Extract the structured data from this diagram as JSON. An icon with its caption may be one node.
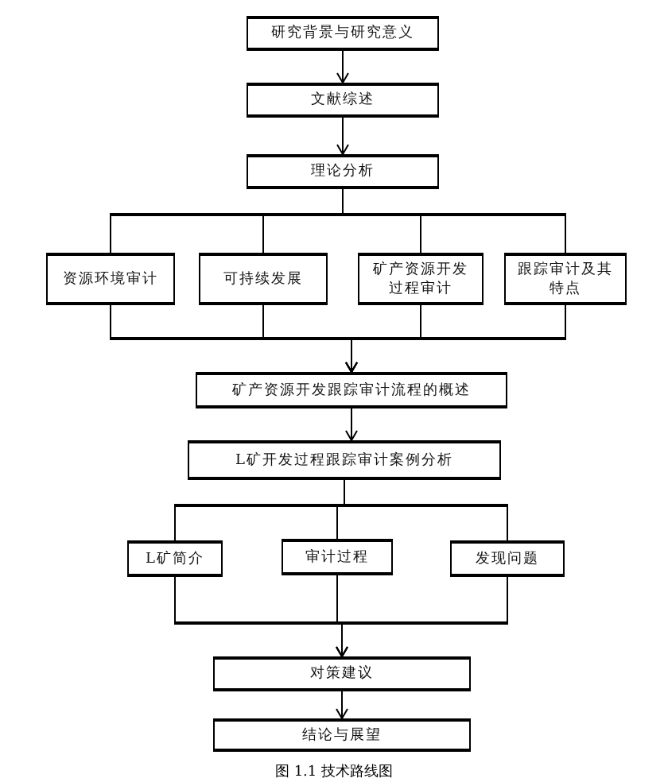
{
  "diagram": {
    "caption": "图 1.1 技术路线图",
    "nodes": [
      {
        "text": [
          "研究背景与研究意义"
        ]
      },
      {
        "text": [
          "文献综述"
        ]
      },
      {
        "text": [
          "理论分析"
        ]
      },
      {
        "text": [
          "资源环境审计"
        ]
      },
      {
        "text": [
          "可持续发展"
        ]
      },
      {
        "text": [
          "矿产资源开发过程审计"
        ]
      },
      {
        "text": [
          "跟踪审计及其特点"
        ]
      },
      {
        "text": [
          "矿产资源开发跟踪审计流程的概述"
        ]
      },
      {
        "text": [
          "L矿开发过程跟踪审计案例分析"
        ]
      },
      {
        "text": [
          "L矿简介"
        ]
      },
      {
        "text": [
          "审计过程"
        ]
      },
      {
        "text": [
          "发现问题"
        ]
      },
      {
        "text": [
          "对策建议"
        ]
      },
      {
        "text": [
          "结论与展望"
        ]
      }
    ],
    "edges": [
      {
        "from": 0,
        "to": 1,
        "arrow": "to"
      },
      {
        "from": 1,
        "to": 2,
        "arrow": "to"
      },
      {
        "from": 2,
        "to": 3,
        "arrow": "none"
      },
      {
        "from": 2,
        "to": 4,
        "arrow": "none"
      },
      {
        "from": 2,
        "to": 5,
        "arrow": "none"
      },
      {
        "from": 2,
        "to": 6,
        "arrow": "none"
      },
      {
        "from": 3,
        "to": 7,
        "arrow": "to"
      },
      {
        "from": 4,
        "to": 7,
        "arrow": "to"
      },
      {
        "from": 5,
        "to": 7,
        "arrow": "to"
      },
      {
        "from": 6,
        "to": 7,
        "arrow": "to"
      },
      {
        "from": 7,
        "to": 8,
        "arrow": "to"
      },
      {
        "from": 8,
        "to": 9,
        "arrow": "none"
      },
      {
        "from": 8,
        "to": 10,
        "arrow": "none"
      },
      {
        "from": 8,
        "to": 11,
        "arrow": "none"
      },
      {
        "from": 9,
        "to": 12,
        "arrow": "to"
      },
      {
        "from": 10,
        "to": 12,
        "arrow": "to"
      },
      {
        "from": 11,
        "to": 12,
        "arrow": "to"
      },
      {
        "from": 12,
        "to": 13,
        "arrow": "to"
      }
    ]
  }
}
